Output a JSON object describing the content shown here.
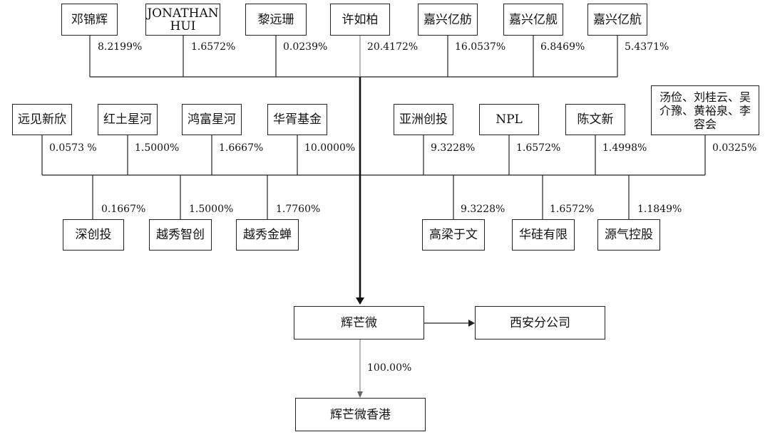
{
  "top_row": [
    {
      "name": "邓锦辉",
      "pct": "8.2199%"
    },
    {
      "name": "JONATHAN\nHUI",
      "pct": "1.6572%"
    },
    {
      "name": "黎远珊",
      "pct": "0.0239%"
    },
    {
      "name": "许如柏",
      "pct": "20.4172%"
    },
    {
      "name": "嘉兴亿舫",
      "pct": "16.0537%"
    },
    {
      "name": "嘉兴亿舰",
      "pct": "6.8469%"
    },
    {
      "name": "嘉兴亿航",
      "pct": "5.4371%"
    }
  ],
  "middle_row": [
    {
      "name": "远见新欣",
      "pct": "0.0573 %"
    },
    {
      "name": "红土星河",
      "pct": "1.5000%"
    },
    {
      "name": "鸿富星河",
      "pct": "1.6667%"
    },
    {
      "name": "华胥基金",
      "pct": "10.0000%"
    },
    {
      "name": "亚洲创投",
      "pct": "9.3228%"
    },
    {
      "name": "NPL",
      "pct": "1.6572%"
    },
    {
      "name": "陈文新",
      "pct": "1.4998%"
    },
    {
      "name": "汤俭、刘桂云、吴介豫、黄裕泉、李容会",
      "pct": "0.0325%"
    }
  ],
  "lower_row": [
    {
      "name": "深创投",
      "pct": "0.1667%"
    },
    {
      "name": "越秀智创",
      "pct": "1.5000%"
    },
    {
      "name": "越秀金蝉",
      "pct": "1.7760%"
    },
    {
      "name": "高梁于文",
      "pct": "9.3228%"
    },
    {
      "name": "华硅有限",
      "pct": "1.6572%"
    },
    {
      "name": "源气控股",
      "pct": "1.1849%"
    }
  ],
  "company": {
    "name": "辉芒微"
  },
  "branch": {
    "name": "西安分公司"
  },
  "subsidiary": {
    "name": "辉芒微香港",
    "pct": "100.00%"
  }
}
